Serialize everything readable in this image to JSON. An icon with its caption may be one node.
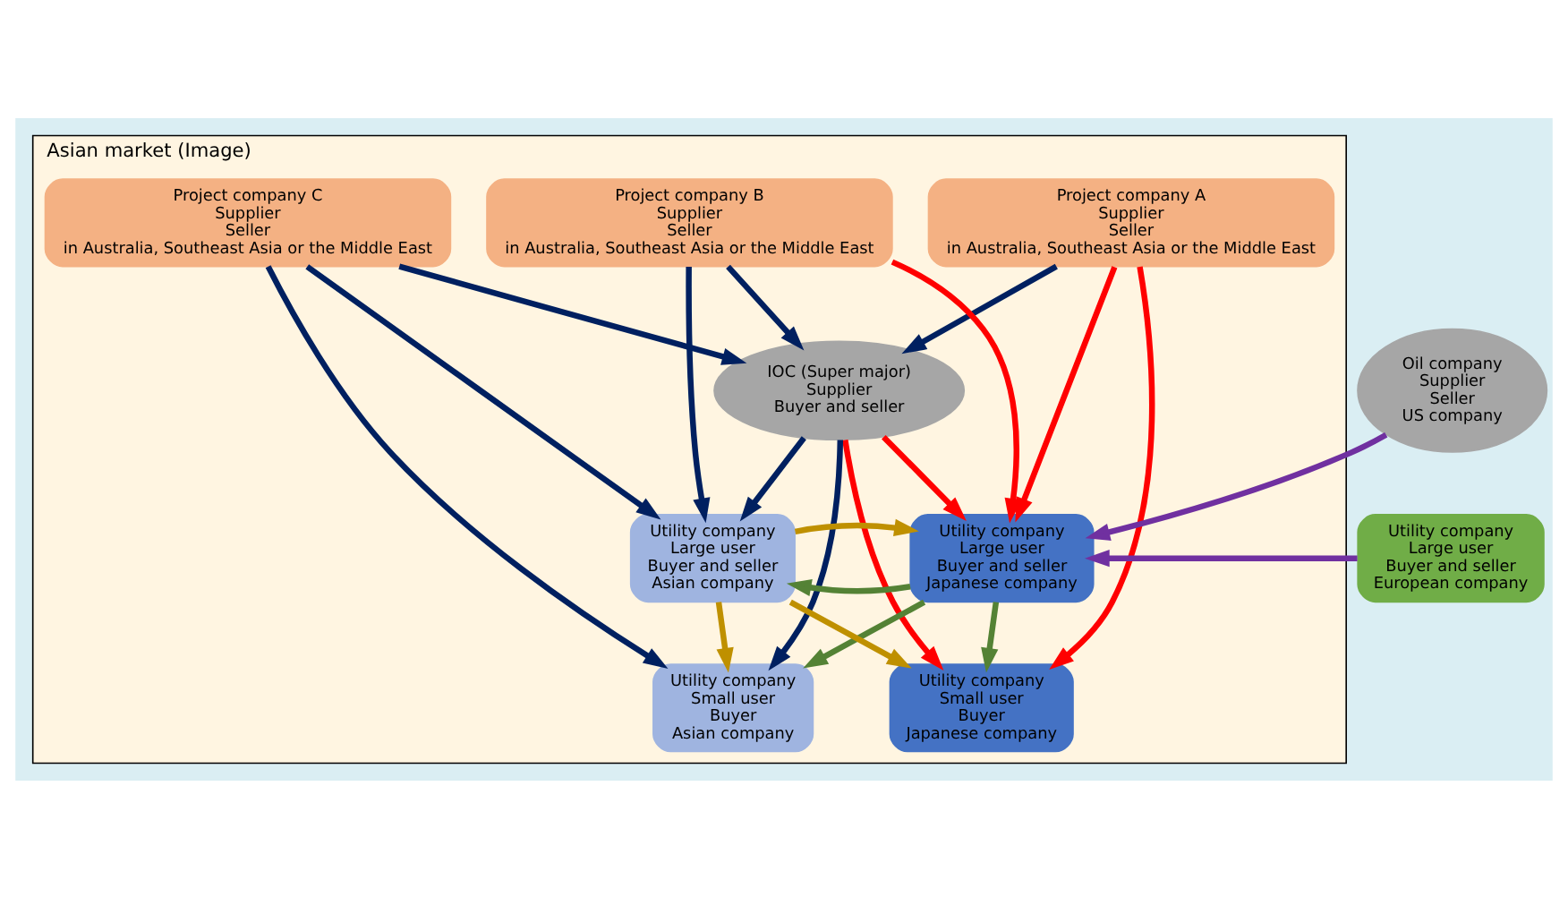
{
  "diagram": {
    "nodes": [
      {
        "text": [
          "Asian market (Image)"
        ]
      },
      {
        "text": [
          "Project company A",
          "Supplier",
          "Seller",
          "in Australia, Southeast Asia or the Middle East"
        ],
        "in": 0
      },
      {
        "text": [
          "Project company B",
          "Supplier",
          "Seller",
          "in Australia, Southeast Asia or the Middle East"
        ],
        "in": 0
      },
      {
        "text": [
          "Project company C",
          "Supplier",
          "Seller",
          "in Australia, Southeast Asia or the Middle East"
        ],
        "in": 0
      },
      {
        "text": [
          "Oil company",
          "Supplier",
          "Seller",
          "US company"
        ]
      },
      {
        "text": [
          "Utility company",
          "Large user",
          "Buyer and seller",
          "European company"
        ]
      },
      {
        "text": [
          "IOC (Super major)",
          "Supplier",
          "Buyer and seller"
        ],
        "in": 0
      },
      {
        "text": [
          "Utility company",
          "Large user",
          "Buyer and seller",
          "Japanese company"
        ],
        "in": 0
      },
      {
        "text": [
          "Utility company",
          "Large user",
          "Buyer and seller",
          "Asian company"
        ],
        "in": 0
      },
      {
        "text": [
          "Utility company",
          "Small user",
          "Buyer",
          "Japanese company"
        ],
        "in": 0
      },
      {
        "text": [
          "Utility company",
          "Small user",
          "Buyer",
          "Asian company"
        ],
        "in": 0
      }
    ],
    "edges": [
      {
        "from": 1,
        "to": 7,
        "arrow": "to",
        "color": "#ff0000"
      },
      {
        "from": 1,
        "to": 6,
        "arrow": "to"
      },
      {
        "from": 1,
        "to": 9,
        "arrow": "to",
        "color": "#ff0000"
      },
      {
        "from": 2,
        "to": 7,
        "arrow": "to",
        "color": "#ff0000"
      },
      {
        "from": 2,
        "to": 6,
        "arrow": "to"
      },
      {
        "from": 2,
        "to": 8,
        "arrow": "to"
      },
      {
        "from": 3,
        "to": 6,
        "arrow": "to"
      },
      {
        "from": 3,
        "to": 10,
        "arrow": "to"
      },
      {
        "from": 3,
        "to": 8,
        "arrow": "to"
      },
      {
        "from": 4,
        "to": 7,
        "arrow": "to",
        "color": "#7030a0"
      },
      {
        "from": 5,
        "to": 7,
        "arrow": "to",
        "color": "#7030a0"
      },
      {
        "from": 6,
        "to": 7,
        "arrow": "to",
        "color": "#ff0000"
      },
      {
        "from": 6,
        "to": 8,
        "arrow": "to"
      },
      {
        "from": 6,
        "to": 9,
        "arrow": "to",
        "color": "#ff0000"
      },
      {
        "from": 6,
        "to": 10,
        "arrow": "to"
      },
      {
        "from": 7,
        "to": 8,
        "arrow": "to",
        "color": "#548235"
      },
      {
        "from": 7,
        "to": 9,
        "arrow": "to",
        "color": "#548235"
      },
      {
        "from": 7,
        "to": 10,
        "arrow": "to",
        "color": "#548235"
      },
      {
        "from": 8,
        "to": 7,
        "arrow": "to",
        "color": "#bf9000"
      },
      {
        "from": 8,
        "to": 9,
        "arrow": "to",
        "color": "#bf9000"
      },
      {
        "from": 8,
        "to": 10,
        "arrow": "to",
        "color": "#bf9000"
      }
    ]
  }
}
